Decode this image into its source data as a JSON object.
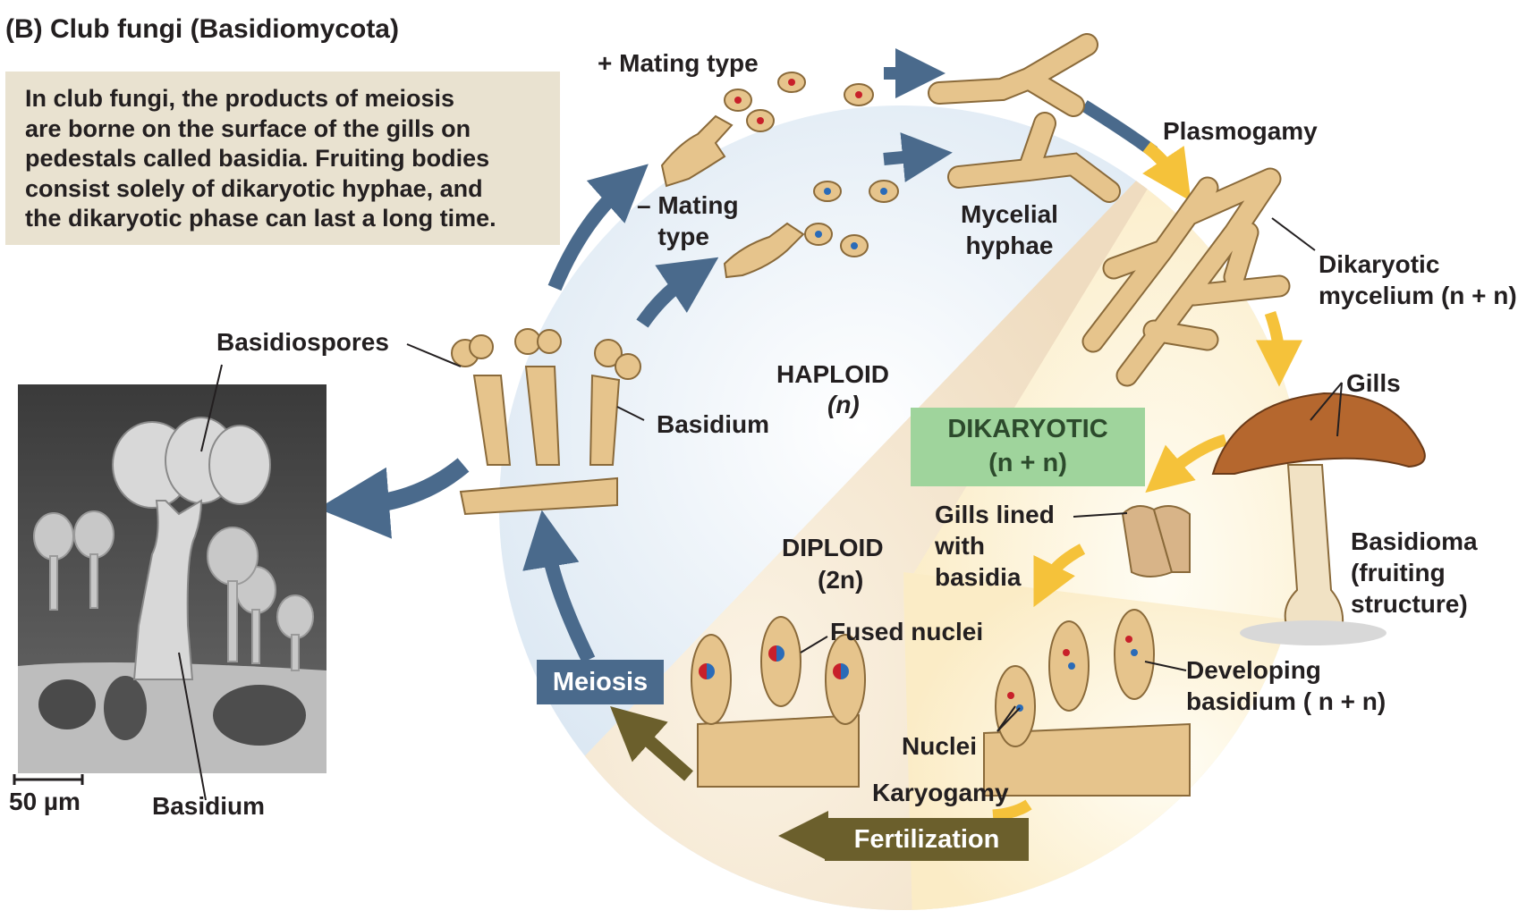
{
  "title": "(B)  Club fungi (Basidiomycota)",
  "description": "In club fungi, the products of meiosis\nare borne on the surface of the gills on\npedestals called basidia. Fruiting bodies\nconsist solely of dikaryotic hyphae, and\nthe dikaryotic phase can last a long time.",
  "labels": {
    "plus_mating_type": "+ Mating type",
    "minus_mating_type": "– Mating\n   type",
    "mycelial_hyphae": "Mycelial\nhyphae",
    "plasmogamy": "Plasmogamy",
    "dikaryotic_mycelium": "Dikaryotic\nmycelium (n + n)",
    "gills": "Gills",
    "basidioma": "Basidioma\n(fruiting\nstructure)",
    "gills_lined": "Gills lined\nwith\nbasidia",
    "developing_basidium": "Developing\nbasidium ( n + n)",
    "nuclei": "Nuclei",
    "karyogamy": "Karyogamy",
    "fused_nuclei": "Fused nuclei",
    "basidiospores": "Basidiospores",
    "basidium": "Basidium",
    "micro_basidium": "Basidium",
    "scale_bar": "50 µm"
  },
  "phases": {
    "haploid": "HAPLOID",
    "haploid_sub": "(n)",
    "diploid": "DIPLOID",
    "diploid_sub": "(2n)",
    "dikaryotic": "DIKARYOTIC",
    "dikaryotic_sub": "(n + n)"
  },
  "boxes": {
    "meiosis": "Meiosis",
    "fertilization": "Fertilization"
  },
  "colors": {
    "haploid_region": "#dfe9f3",
    "dikaryotic_region": "#fbefcf",
    "diploid_region": "#f3e4cc",
    "arrow_blue": "#4a6a8c",
    "arrow_yellow": "#f5c23a",
    "arrow_olive": "#6b5f2c",
    "meiosis_box": "#4a6a8c",
    "fertilization_box": "#6b5f2c",
    "dikaryotic_box": "#9fd49c",
    "nucleus_red": "#c8202a",
    "nucleus_blue": "#2a6bb8",
    "hypha_tan": "#e6c48c",
    "mushroom_cap": "#b5672e",
    "sem_gray": "#8a8a8a"
  }
}
